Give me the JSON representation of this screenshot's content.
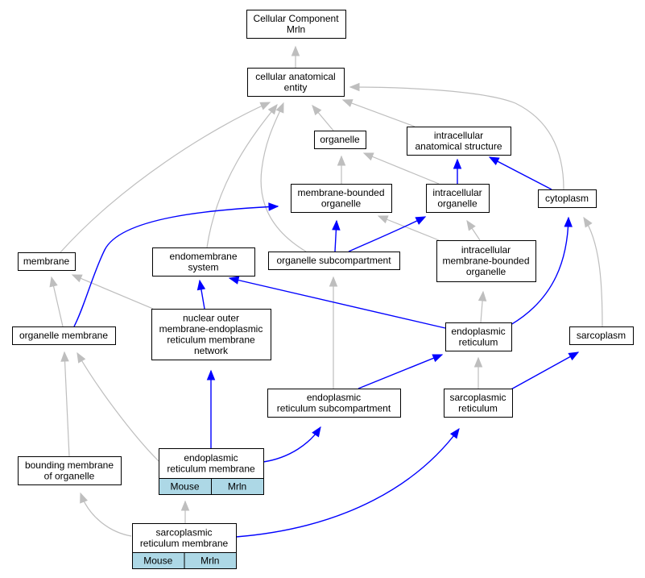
{
  "colors": {
    "is_a_edge": "#bebebe",
    "part_of_edge": "#0000ff",
    "annotation_cell": "#add8e6"
  },
  "nodes": {
    "cellular_component_mrln": [
      "Cellular Component",
      "Mrln"
    ],
    "cellular_anatomical_entity": [
      "cellular anatomical",
      "entity"
    ],
    "organelle": [
      "organelle"
    ],
    "intracellular_anatomical_structure": [
      "intracellular",
      "anatomical structure"
    ],
    "membrane_bounded_organelle": [
      "membrane-bounded",
      "organelle"
    ],
    "intracellular_organelle": [
      "intracellular",
      "organelle"
    ],
    "cytoplasm": [
      "cytoplasm"
    ],
    "membrane": [
      "membrane"
    ],
    "endomembrane_system": [
      "endomembrane",
      "system"
    ],
    "organelle_subcompartment": [
      "organelle subcompartment"
    ],
    "intracellular_membrane_bounded_organelle": [
      "intracellular",
      "membrane-bounded",
      "organelle"
    ],
    "organelle_membrane": [
      "organelle membrane"
    ],
    "nuclear_outer_membrane_er_network": [
      "nuclear outer",
      "membrane-endoplasmic",
      "reticulum membrane",
      "network"
    ],
    "endoplasmic_reticulum": [
      "endoplasmic",
      "reticulum"
    ],
    "sarcoplasm": [
      "sarcoplasm"
    ],
    "er_subcompartment": [
      "endoplasmic",
      "reticulum subcompartment"
    ],
    "sarcoplasmic_reticulum": [
      "sarcoplasmic",
      "reticulum"
    ],
    "bounding_membrane_of_organelle": [
      "bounding membrane",
      "of organelle"
    ],
    "er_membrane": [
      "endoplasmic",
      "reticulum membrane"
    ],
    "er_membrane_cells": [
      "Mouse",
      "Mrln"
    ],
    "sr_membrane": [
      "sarcoplasmic",
      "reticulum membrane"
    ],
    "sr_membrane_cells": [
      "Mouse",
      "Mrln"
    ]
  }
}
